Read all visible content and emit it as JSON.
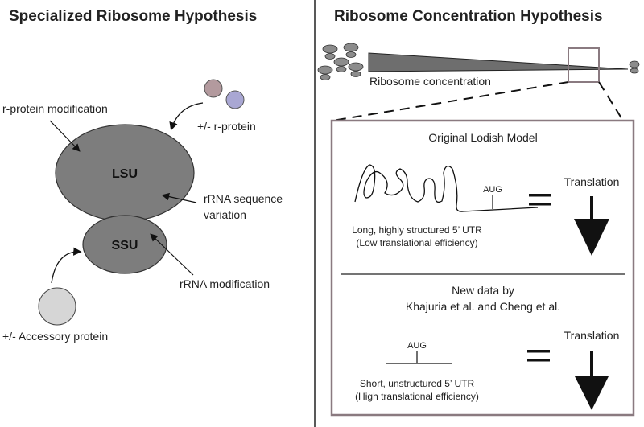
{
  "left_panel": {
    "title": "Specialized Ribosome Hypothesis",
    "lsu_label": "LSU",
    "ssu_label": "SSU",
    "r_protein_modification": "r-protein modification",
    "r_protein": "+/- r-protein",
    "rrna_sequence_variation_line1": "rRNA sequence",
    "rrna_sequence_variation_line2": "variation",
    "rrna_modification": "rRNA modification",
    "accessory_protein": "+/- Accessory protein"
  },
  "right_panel": {
    "title": "Ribosome Concentration Hypothesis",
    "gradient_label": "Ribosome concentration",
    "original_model_title": "Original Lodish Model",
    "aug_label_top": "AUG",
    "translation_top": "Translation",
    "long_utr_line1": "Long, highly structured 5’ UTR",
    "long_utr_line2": "(Low translational efficiency)",
    "new_data_line1": "New data by",
    "new_data_line2": "Khajuria et al. and Cheng et al.",
    "aug_label_bottom": "AUG",
    "translation_bottom": "Translation",
    "short_utr_line1": "Short, unstructured 5’ UTR",
    "short_utr_line2": "(High translational efficiency)"
  },
  "colors": {
    "subunit_fill": "#7d7d7d",
    "r_protein_1": "#b39a9e",
    "r_protein_2": "#a9a7d3",
    "accessory_protein": "#d6d6d6",
    "inset_border": "#8a7a80",
    "ribosome_icon": "#8c8c8c"
  },
  "icons": [
    "ribosome-icon",
    "arrow-icon",
    "equals-icon",
    "down-arrow-icon"
  ]
}
